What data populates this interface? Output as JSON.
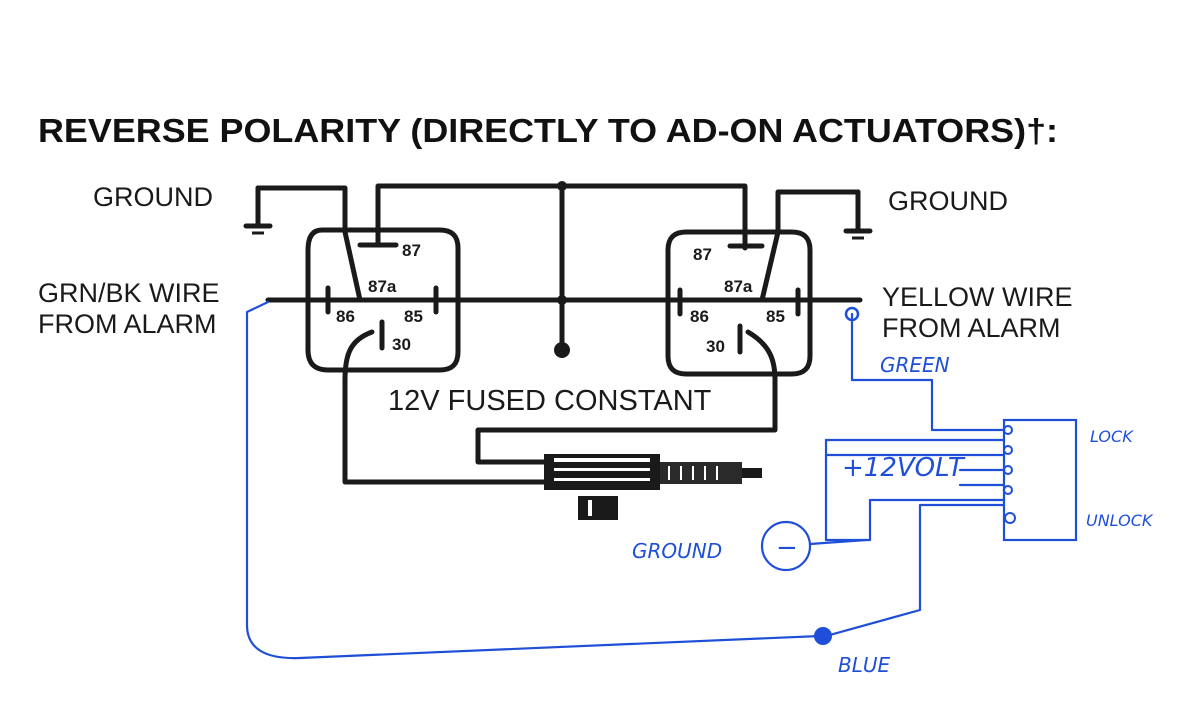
{
  "title": "REVERSE POLARITY (DIRECTLY TO AD-ON ACTUATORS)†:",
  "labels": {
    "ground_left": "GROUND",
    "ground_right": "GROUND",
    "left_wire_line1": "GRN/BK WIRE",
    "left_wire_line2": "FROM ALARM",
    "right_wire_line1": "YELLOW WIRE",
    "right_wire_line2": "FROM ALARM",
    "power": "12V FUSED CONSTANT"
  },
  "relays": [
    {
      "pin_87": "87",
      "pin_87a": "87a",
      "pin_86": "86",
      "pin_85": "85",
      "pin_30": "30"
    },
    {
      "pin_87": "87",
      "pin_87a": "87a",
      "pin_86": "86",
      "pin_85": "85",
      "pin_30": "30"
    }
  ],
  "handwritten": {
    "green": "GREEN",
    "plus_12v": "+12VOLT",
    "lock": "LOCK",
    "unlock": "UNLOCK",
    "ground": "GROUND",
    "minus": "−",
    "blue": "BLUE"
  },
  "colors": {
    "ink": "#1a1a1a",
    "pen": "#1f4fd8",
    "paper": "#ffffff"
  }
}
